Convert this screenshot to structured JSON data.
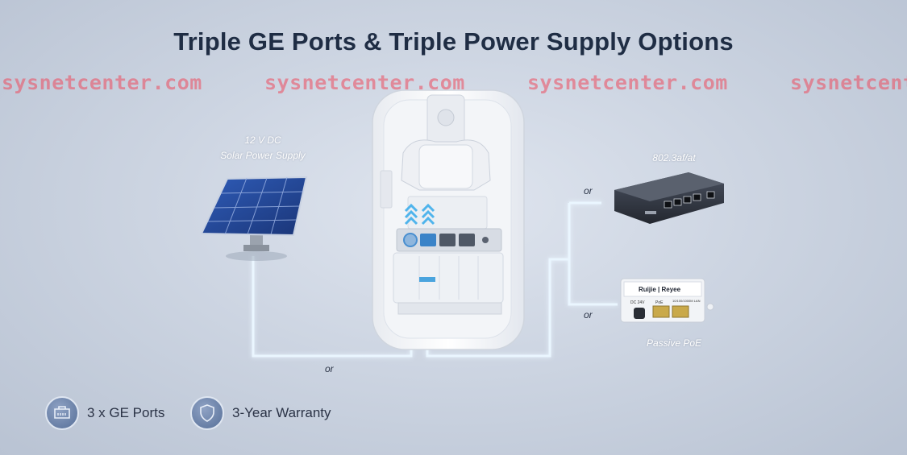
{
  "title": "Triple GE Ports & Triple Power Supply Options",
  "watermark": [
    "sysnetcenter.com",
    "sysnetcenter.com",
    "sysnetcenter.com",
    "sysnetcenter.com"
  ],
  "solar": {
    "caption_line1": "12 V DC",
    "caption_line2": "Solar Power Supply"
  },
  "switch": {
    "caption": "802.3af/at"
  },
  "poe": {
    "caption": "Passive PoE",
    "brand": "Ruijie | Reyee",
    "dc_label": "DC 24V",
    "poe_label": "PoE",
    "lan_label": "10/100/1000M LAN"
  },
  "connectors": {
    "or_top": "or",
    "or_right": "or",
    "or_bottom": "or"
  },
  "features": [
    {
      "label": "3 x GE Ports",
      "icon": "ethernet-port-icon"
    },
    {
      "label": "3-Year Warranty",
      "icon": "shield-icon"
    }
  ],
  "colors": {
    "title": "#1f2d44",
    "watermark": "#ee4b5e",
    "glow": "#bfe7ff",
    "accent": "#3aa7e0"
  }
}
